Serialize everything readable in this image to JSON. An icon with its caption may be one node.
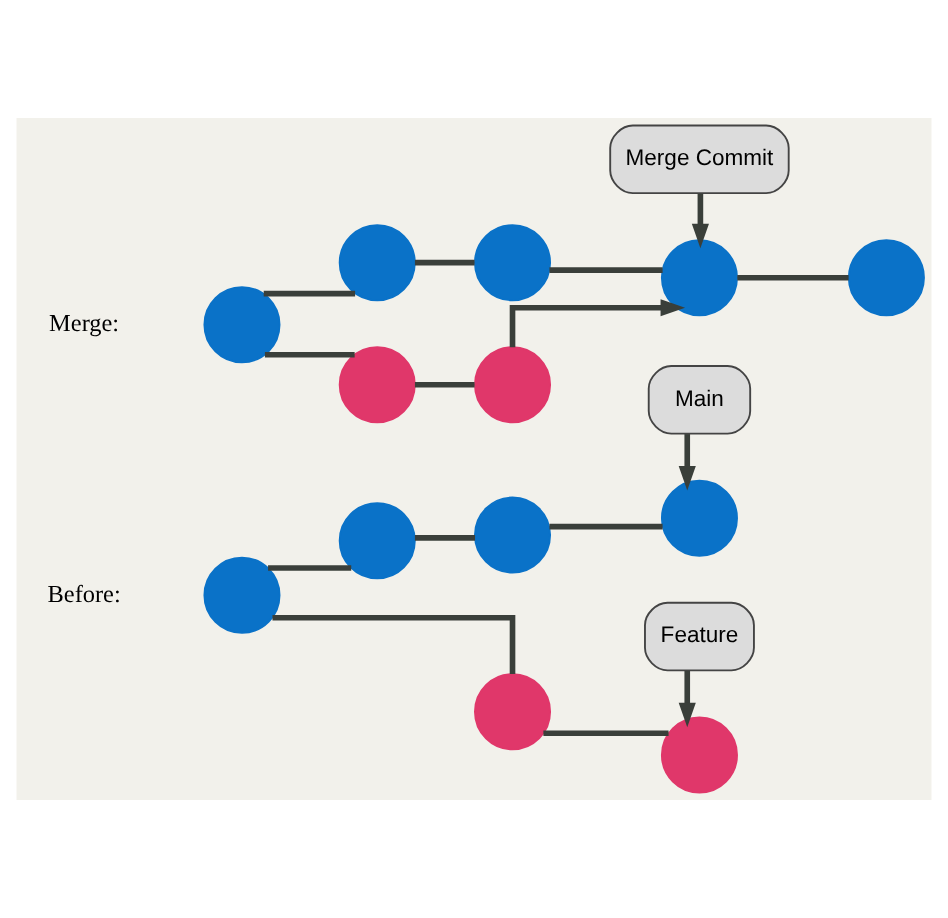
{
  "diagram": {
    "nodes": [
      {
        "text": [
          "Main"
        ]
      },
      {
        "text": [],
        "shape": "circle"
      },
      {
        "text": [],
        "shape": "circle"
      },
      {
        "text": [],
        "shape": "circle"
      },
      {
        "text": [],
        "shape": "circle"
      },
      {
        "text": [],
        "shape": "circle"
      },
      {
        "text": [],
        "shape": "circle"
      },
      {
        "text": [
          "Feature"
        ]
      },
      {
        "text": [
          "Merge Commit"
        ]
      },
      {
        "text": [],
        "shape": "circle"
      },
      {
        "text": [],
        "shape": "circle"
      },
      {
        "text": [],
        "shape": "circle"
      },
      {
        "text": [],
        "shape": "circle"
      },
      {
        "text": [],
        "shape": "circle"
      },
      {
        "text": [],
        "shape": "circle"
      },
      {
        "text": [],
        "shape": "circle"
      }
    ],
    "edges": [
      {
        "from": 0,
        "to": 4,
        "arrow": "to"
      },
      {
        "from": 1,
        "to": 2,
        "arrow": "none"
      },
      {
        "from": 2,
        "to": 3,
        "arrow": "none"
      },
      {
        "from": 3,
        "to": 4,
        "arrow": "none"
      },
      {
        "from": 1,
        "to": 5,
        "arrow": "none"
      },
      {
        "from": 5,
        "to": 6,
        "arrow": "none"
      },
      {
        "from": 7,
        "to": 6,
        "arrow": "to"
      },
      {
        "from": 8,
        "to": 12,
        "arrow": "to"
      },
      {
        "from": 9,
        "to": 10,
        "arrow": "none"
      },
      {
        "from": 10,
        "to": 11,
        "arrow": "none"
      },
      {
        "from": 11,
        "to": 12,
        "arrow": "none"
      },
      {
        "from": 12,
        "to": 13,
        "arrow": "none"
      },
      {
        "from": 9,
        "to": 14,
        "arrow": "none"
      },
      {
        "from": 14,
        "to": 15,
        "arrow": "none"
      },
      {
        "from": 15,
        "to": 12,
        "arrow": "to"
      }
    ],
    "labels": [
      "Before:",
      "Merge:"
    ]
  }
}
